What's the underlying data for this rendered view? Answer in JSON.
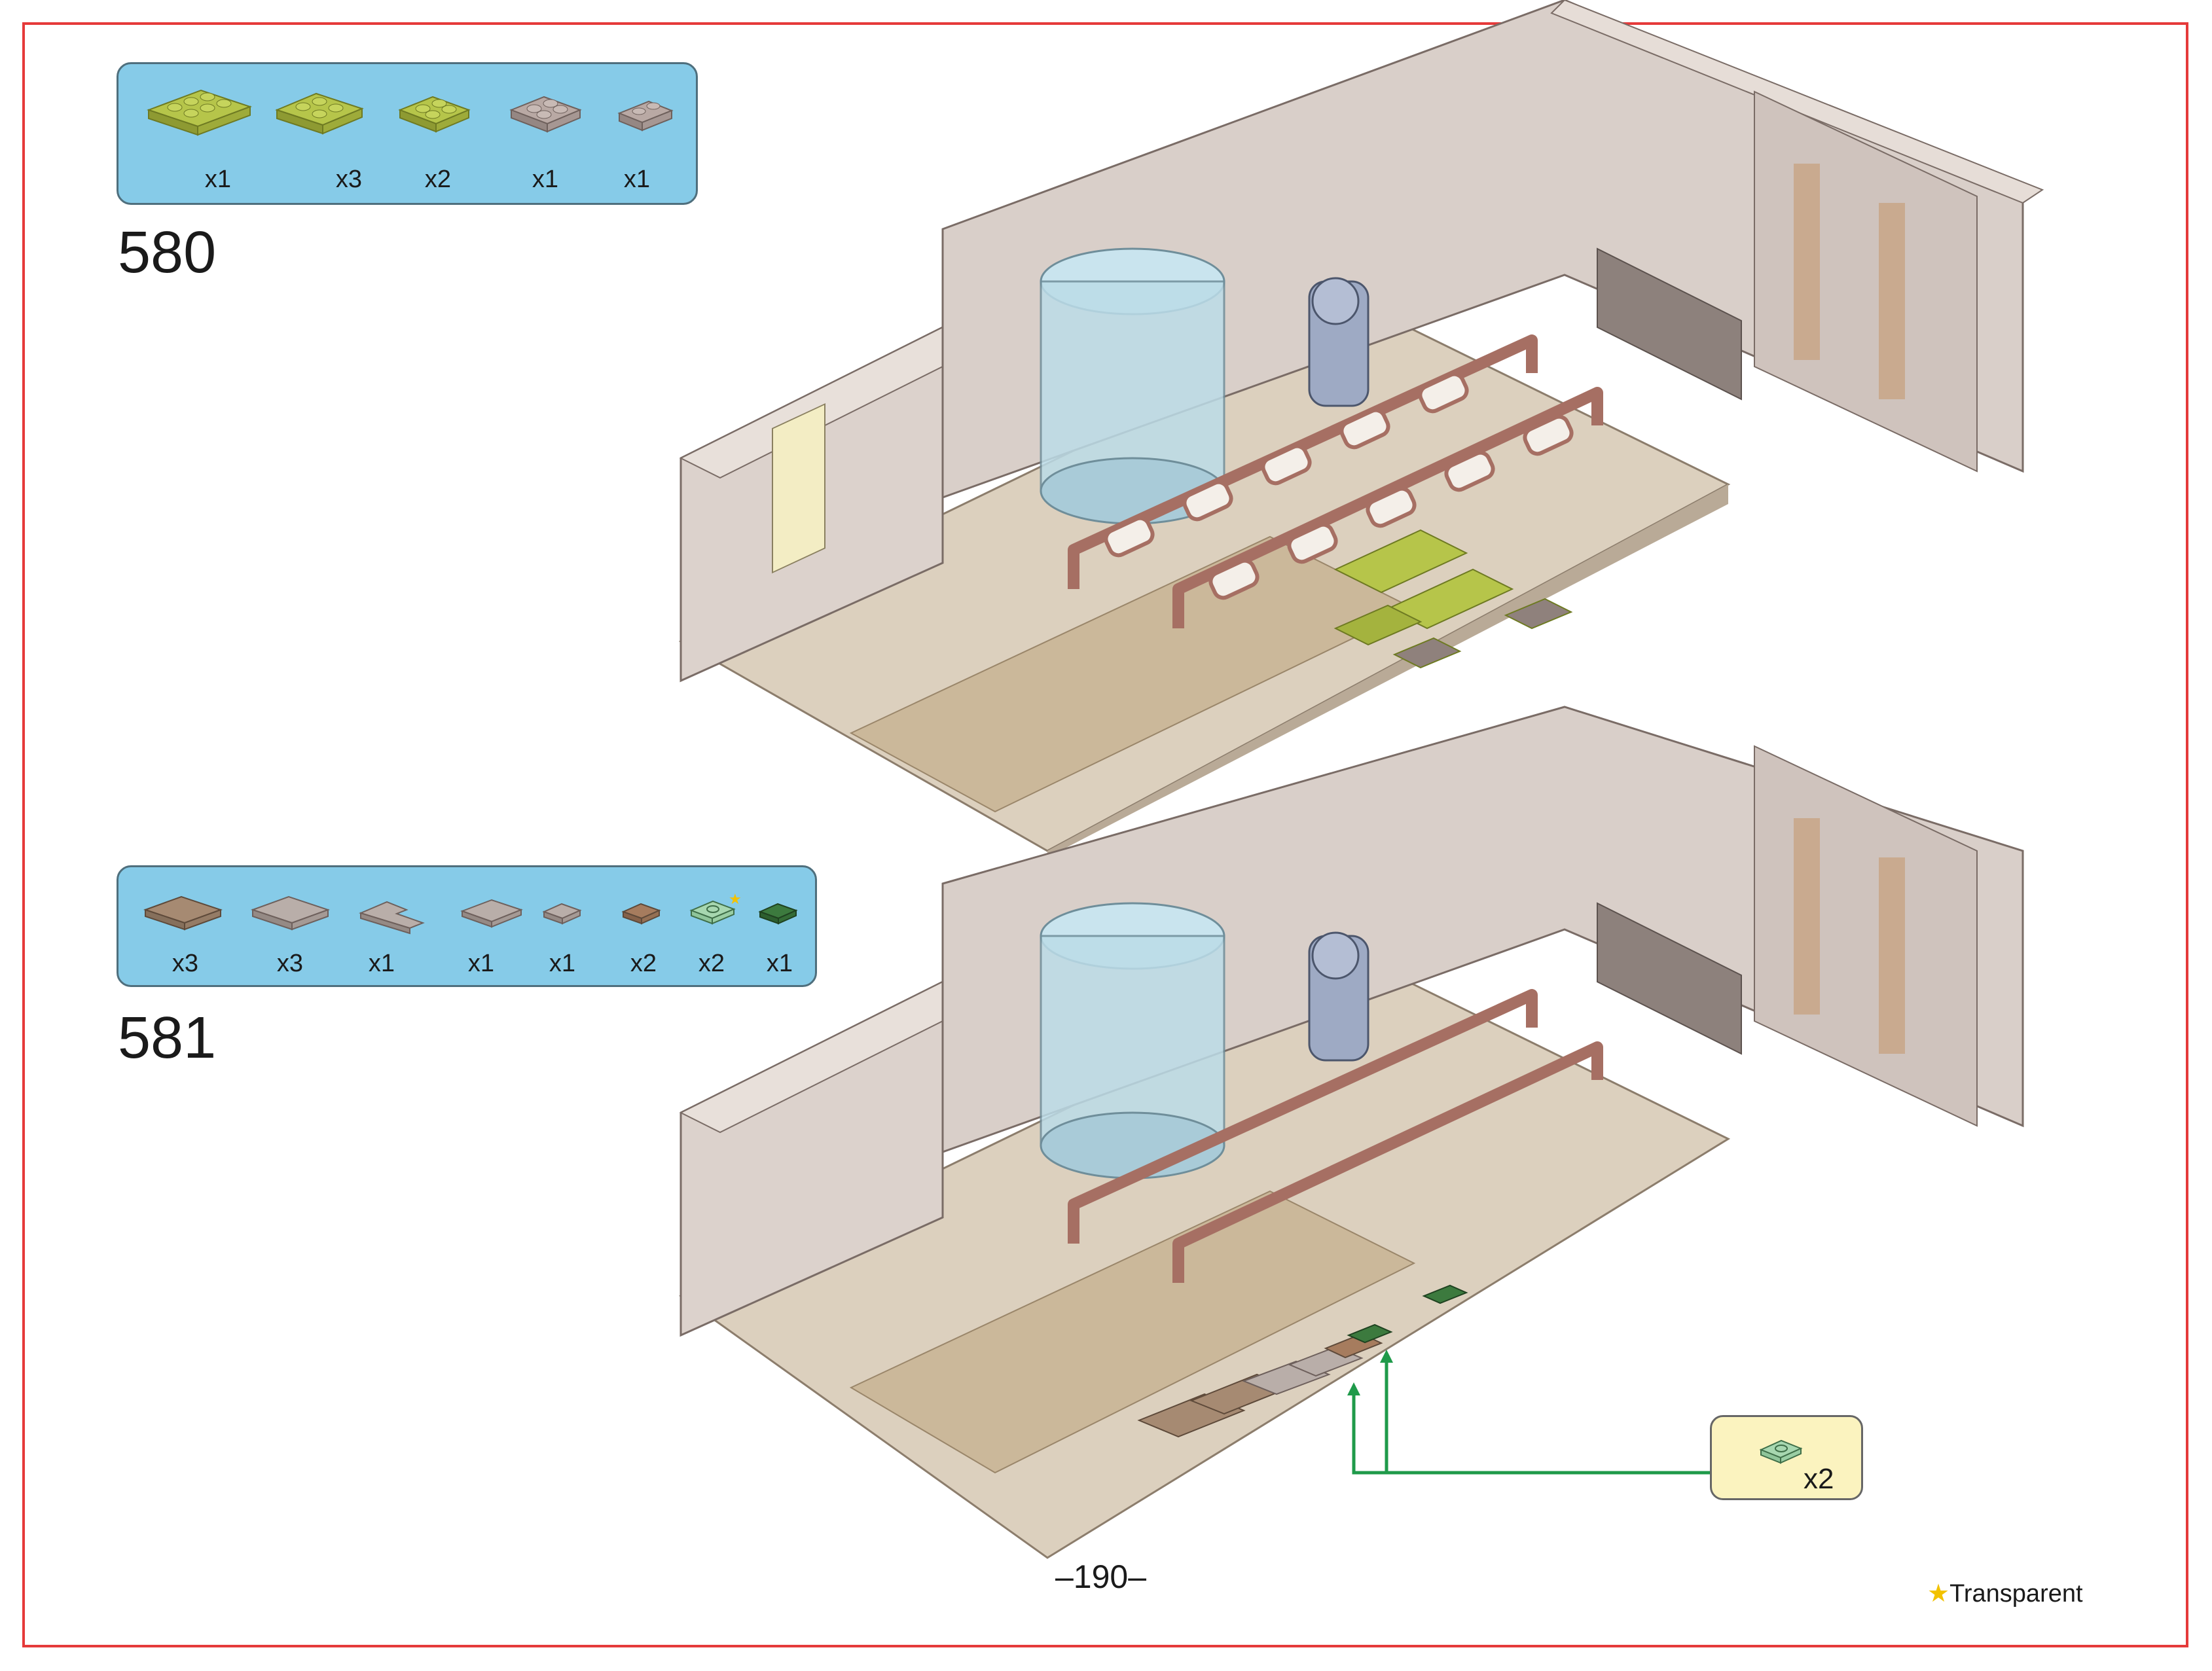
{
  "steps": [
    {
      "number": "580",
      "parts": [
        {
          "icon": "olive-plate-2x4",
          "color": "#b6c54a",
          "qty": "x1"
        },
        {
          "icon": "olive-plate-2x3",
          "color": "#b6c54a",
          "qty": "x3"
        },
        {
          "icon": "olive-plate-2x2",
          "color": "#b6c54a",
          "qty": "x2"
        },
        {
          "icon": "gray-plate-2x2",
          "color": "#b9a9a4",
          "qty": "x1"
        },
        {
          "icon": "gray-plate-1x2",
          "color": "#b9a9a4",
          "qty": "x1"
        }
      ]
    },
    {
      "number": "581",
      "parts": [
        {
          "icon": "brown-tile-4x4",
          "color": "#a68a72",
          "qty": "x3"
        },
        {
          "icon": "gray-tile-3x3",
          "color": "#b9aea9",
          "qty": "x3"
        },
        {
          "icon": "gray-corner-tile",
          "color": "#b9aea9",
          "qty": "x1"
        },
        {
          "icon": "gray-tile-2x2",
          "color": "#b9aea9",
          "qty": "x1"
        },
        {
          "icon": "gray-tile-1x1",
          "color": "#b9aea9",
          "qty": "x1"
        },
        {
          "icon": "brown-tile-1x1",
          "color": "#a67c5e",
          "qty": "x2"
        },
        {
          "icon": "trans-green-plate",
          "color": "#8fc59a",
          "qty": "x2",
          "transparent": true
        },
        {
          "icon": "green-tile-1x1",
          "color": "#3c7a3e",
          "qty": "x1"
        }
      ],
      "callout": {
        "icon": "trans-green-plate",
        "qty": "x2"
      }
    }
  ],
  "page_number": "–190–",
  "legend": {
    "symbol": "★",
    "label": "Transparent"
  }
}
